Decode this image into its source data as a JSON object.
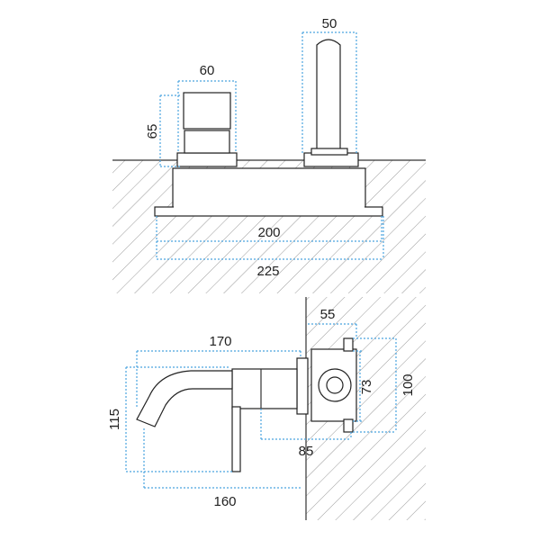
{
  "colors": {
    "dimension_line": "#4aa3df",
    "outline": "#222222",
    "hatch": "#9a9a9a",
    "background": "#ffffff"
  },
  "top_view": {
    "dimensions": {
      "handle_width": "60",
      "handle_height": "65",
      "spout_width": "50",
      "body_width": "200",
      "plate_width": "225"
    }
  },
  "side_view": {
    "dimensions": {
      "spout_reach": "170",
      "spout_height": "115",
      "projection": "160",
      "wall_depth": "55",
      "box_inner": "73",
      "box_outer": "100",
      "mount_offset": "85"
    }
  }
}
